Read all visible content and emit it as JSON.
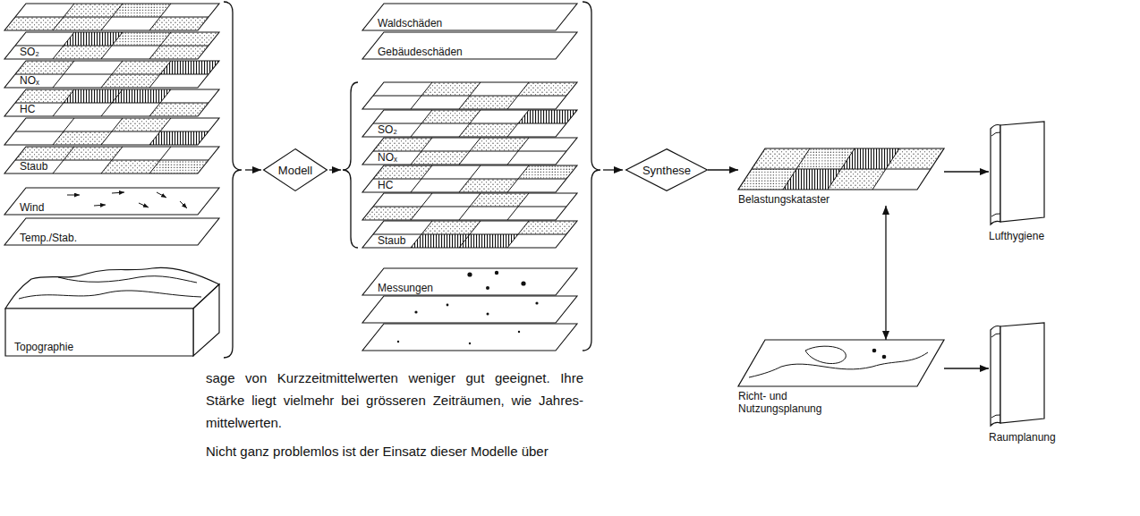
{
  "diagram": {
    "nodes": [
      {
        "text": [
          "SO₂"
        ]
      },
      {
        "text": [
          "NOₓ"
        ]
      },
      {
        "text": [
          "HC"
        ]
      },
      {
        "text": [
          "Staub"
        ]
      },
      {
        "text": [
          "Wind"
        ]
      },
      {
        "text": [
          "Temp./Stab."
        ]
      },
      {
        "text": [
          "Topographie"
        ]
      },
      {
        "text": [
          "Modell"
        ]
      },
      {
        "text": [
          "Waldschäden"
        ]
      },
      {
        "text": [
          "Gebäudeschäden"
        ]
      },
      {
        "text": [
          "SO₂"
        ]
      },
      {
        "text": [
          "NOₓ"
        ]
      },
      {
        "text": [
          "HC"
        ]
      },
      {
        "text": [
          "Staub"
        ]
      },
      {
        "text": [
          "Messungen"
        ]
      },
      {
        "text": [
          "Synthese"
        ]
      },
      {
        "text": [
          "Belastungskataster"
        ]
      },
      {
        "text": [
          "Lufthygiene"
        ]
      },
      {
        "text": [
          "Richt- und Nutzungsplanung"
        ]
      },
      {
        "text": [
          "Raumplanung"
        ]
      }
    ],
    "edges": [
      {
        "from": 15,
        "to": 16,
        "arrow": "to"
      },
      {
        "from": 16,
        "to": 17,
        "arrow": "to"
      },
      {
        "from": 16,
        "to": 18,
        "arrow": "both"
      },
      {
        "from": 18,
        "to": 19,
        "arrow": "to"
      }
    ],
    "labels": [
      "sage von Kurzzeitmittelwerten weniger gut geeignet. Ihre Stärke liegt vielmehr bei grösseren Zeiträumen, wie Jahres- mittelwerten.",
      "Nicht ganz problemlos ist der Einsatz dieser Modelle über"
    ]
  }
}
